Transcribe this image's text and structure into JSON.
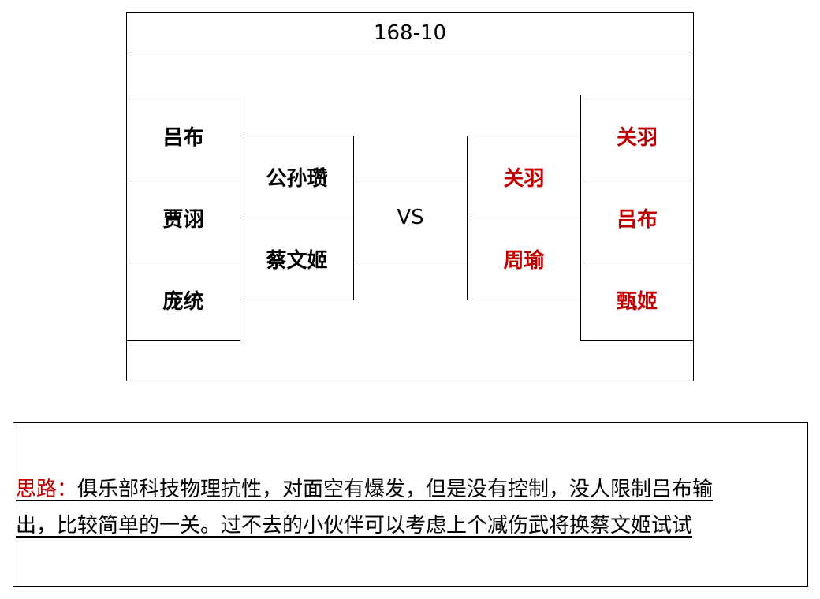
{
  "title": "168-10",
  "vs_label": "VS",
  "left": {
    "outer": [
      "吕布",
      "贾诩",
      "庞统"
    ],
    "inner": [
      "公孙瓒",
      "蔡文姬"
    ]
  },
  "right": {
    "inner": [
      "关羽",
      "周瑜"
    ],
    "outer": [
      "关羽",
      "吕布",
      "甄姬"
    ]
  },
  "colors": {
    "enemy": "#c00000",
    "line": "#000000"
  },
  "note": {
    "label": "思路：",
    "line1": "俱乐部科技物理抗性，对面空有爆发，但是没有控制，没人限制吕布输",
    "line2": "出，比较简单的一关。过不去的小伙伴可以考虑上个减伤武将换蔡文姬试试"
  }
}
